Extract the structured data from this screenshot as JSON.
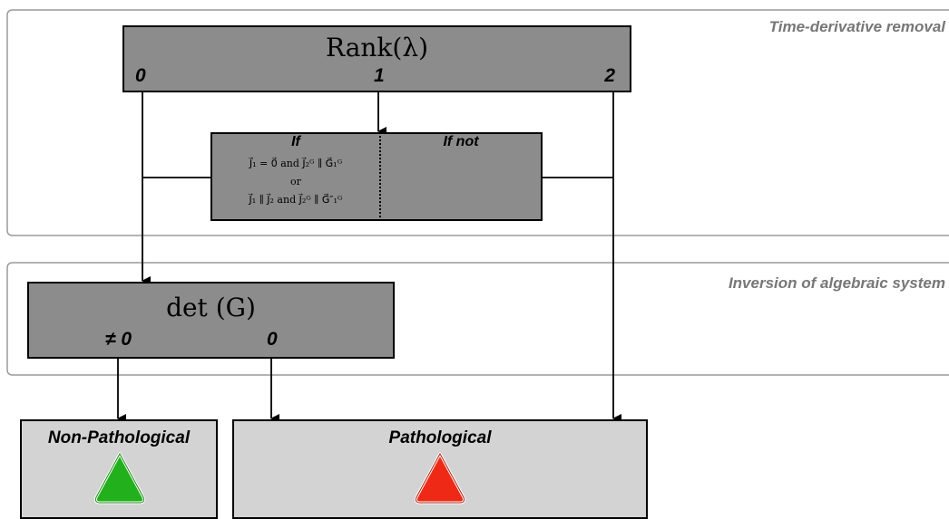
{
  "sections": {
    "time_derivative": "Time-derivative removal",
    "inversion": "Inversion of algebraic system"
  },
  "rank_box": {
    "title": "Rank(λ)",
    "branch_0": "0",
    "branch_1": "1",
    "branch_2": "2"
  },
  "condition_box": {
    "if_label": "If",
    "if_not_label": "If not",
    "cond_line1": "J⃗₁ = 0⃗  and  J⃗₂ᴳ ∥ G⃗₁ᴳ",
    "cond_or": "or",
    "cond_line2": "J⃗₁ ∥ J⃗₂  and  J⃗₂ᴳ ∥ G⃗″₁ᴳ"
  },
  "det_box": {
    "title": "det (G)",
    "branch_nonzero": "≠ 0",
    "branch_zero": "0"
  },
  "outcomes": {
    "non_pathological": "Non-Pathological",
    "pathological": "Pathological"
  },
  "colors": {
    "box_dark": "#8c8c8c",
    "box_light": "#d3d3d3",
    "section_border": "#999999",
    "section_label": "#777777",
    "ok_triangle": "#22b01c",
    "bad_triangle": "#ee2a17"
  }
}
